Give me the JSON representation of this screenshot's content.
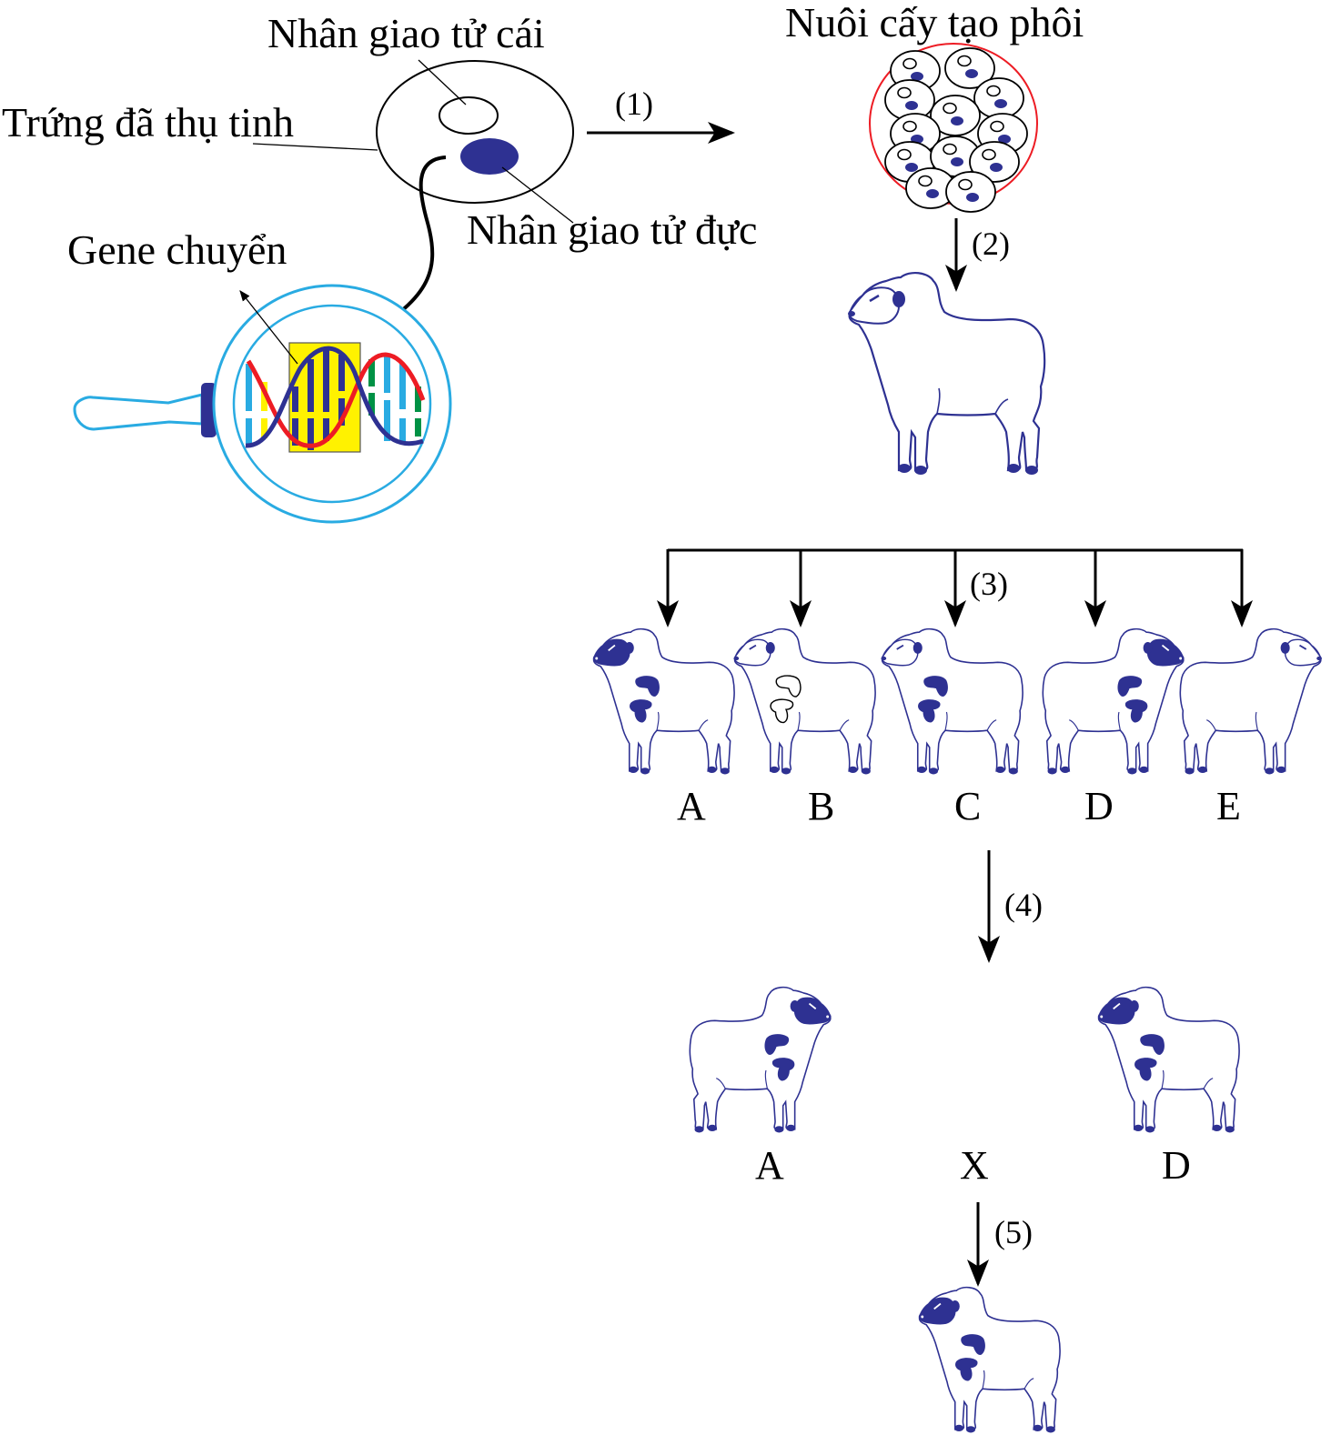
{
  "labels": {
    "female_nucleus": "Nhân giao tử cái",
    "fertilized_egg": "Trứng đã thụ tinh",
    "male_nucleus": "Nhân giao tử đực",
    "transgene": "Gene chuyển",
    "embryo_culture": "Nuôi cấy tạo phôi"
  },
  "steps": [
    "(1)",
    "(2)",
    "(3)",
    "(4)",
    "(5)"
  ],
  "generation_f1": [
    {
      "label": "A",
      "head": "dark",
      "spots": "filled",
      "facing": "left"
    },
    {
      "label": "B",
      "head": "white",
      "spots": "outline",
      "facing": "left"
    },
    {
      "label": "C",
      "head": "white",
      "spots": "filled",
      "facing": "left"
    },
    {
      "label": "D",
      "head": "dark",
      "spots": "filled",
      "facing": "right"
    },
    {
      "label": "E",
      "head": "white",
      "spots": "none",
      "facing": "right"
    }
  ],
  "cross": {
    "left": "A",
    "operator": "X",
    "right": "D"
  },
  "colors": {
    "navy": "#2e3192",
    "cyan": "#29abe2",
    "red": "#ed1c24",
    "yellow": "#fff200",
    "green": "#009245",
    "black": "#000000"
  }
}
